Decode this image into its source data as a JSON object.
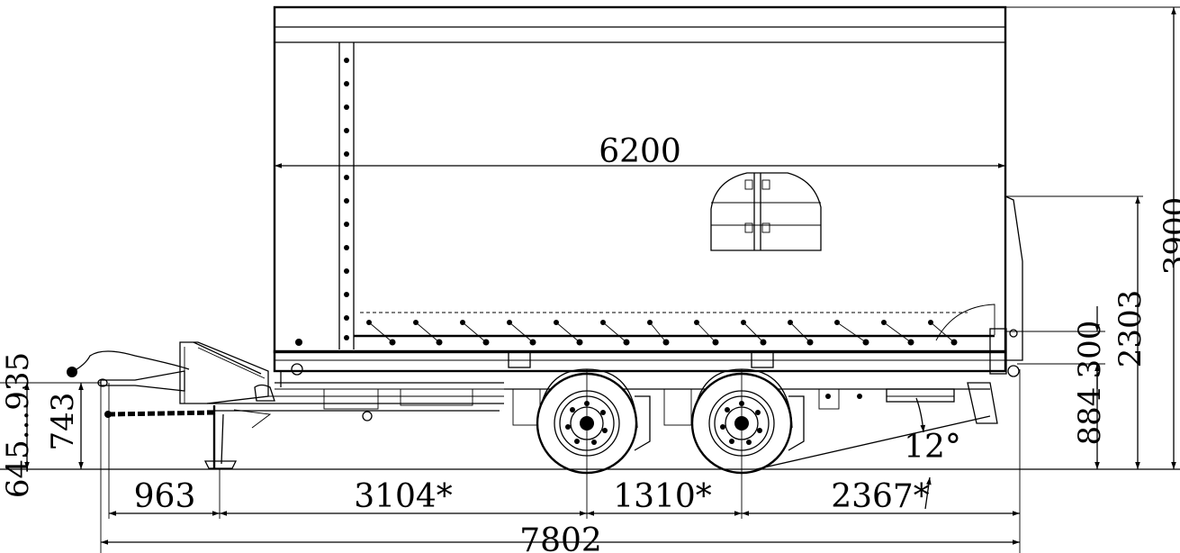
{
  "dimensions": {
    "body_length": "6200",
    "total_height": "3900",
    "platform_height": "2303",
    "side_board": "300",
    "frame_height": "884",
    "coupling_range": "645...935",
    "coupling_height": "743",
    "front_overhang": "963",
    "wheelbase": "3104*",
    "axle_spacing": "1310*",
    "rear_overhang": "2367*",
    "total_length": "7802",
    "departure_angle": "12°"
  }
}
